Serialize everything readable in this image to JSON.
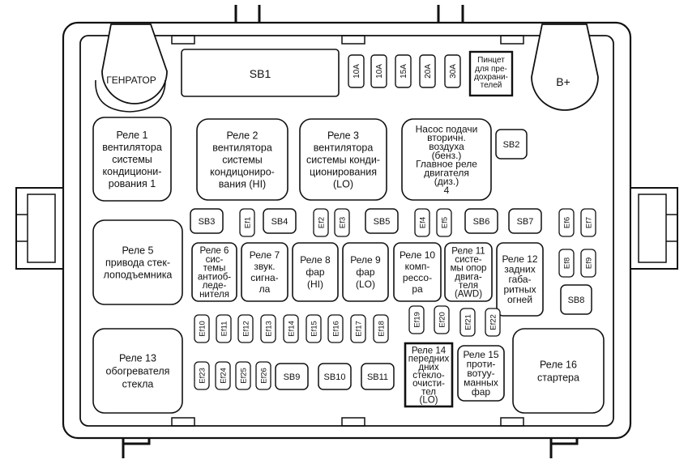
{
  "big_labels": {
    "generator": "ГЕНРАТОР",
    "battery": "B+",
    "sb1": "SB1",
    "tweezers": [
      "Пинцет",
      "для пре-",
      "дохрани-",
      "телей"
    ]
  },
  "fuse_ratings": [
    "10A",
    "10A",
    "15A",
    "20A",
    "30A"
  ],
  "relays": {
    "r1": [
      "Реле 1",
      "вентилятора",
      "системы",
      "кондициони-",
      "рования 1"
    ],
    "r2": [
      "Реле 2",
      "вентилятора",
      "системы",
      "кондицониро-",
      "вания (HI)"
    ],
    "r3": [
      "Реле 3",
      "вентилятора",
      "системы конди-",
      "ционирования",
      "(LO)"
    ],
    "r4": [
      "Насос подачи",
      "вторичн.",
      "воздуха",
      "(бенз.)",
      "Главное реле",
      "двигателя",
      "(диз.)",
      "4"
    ],
    "r5": [
      "Реле 5",
      "привода стек-",
      "лоподъемника"
    ],
    "r6": [
      "Реле 6",
      "сис-",
      "темы",
      "антиоб-",
      "леде-",
      "нителя"
    ],
    "r7": [
      "Реле 7",
      "звук.",
      "сигна-",
      "ла"
    ],
    "r8": [
      "Реле 8",
      "фар",
      "(HI)"
    ],
    "r9": [
      "Реле 9",
      "фар",
      "(LO)"
    ],
    "r10": [
      "Реле 10",
      "комп-",
      "рессо-",
      "ра"
    ],
    "r11": [
      "Реле 11",
      "систе-",
      "мы опор",
      "двига-",
      "теля",
      "(AWD)"
    ],
    "r12": [
      "Реле 12",
      "задних",
      "габа-",
      "ритных",
      "огней"
    ],
    "r13": [
      "Реле 13",
      "обогревателя",
      "стекла"
    ],
    "r14": [
      "Реле 14",
      "передних",
      "дних",
      "стекло-",
      "очисти-",
      "тел",
      "(LO)"
    ],
    "r15": [
      "Реле 15",
      "проти-",
      "вотуу-",
      "манных",
      "фар"
    ],
    "r16": [
      "Реле 16",
      "стартера"
    ]
  },
  "sb": {
    "sb2": "SB2",
    "sb3": "SB3",
    "sb4": "SB4",
    "sb5": "SB5",
    "sb6": "SB6",
    "sb7": "SB7",
    "sb8": "SB8",
    "sb9": "SB9",
    "sb10": "SB10",
    "sb11": "SB11"
  },
  "ef": {
    "ef1": "Ef1",
    "ef2": "Ef2",
    "ef3": "Ef3",
    "ef4": "Ef4",
    "ef5": "Ef5",
    "ef6": "Ef6",
    "ef7": "Ef7",
    "ef8": "Ef8",
    "ef9": "Ef9",
    "ef10": "Ef10",
    "ef11": "Ef11",
    "ef12": "Ef12",
    "ef13": "Ef13",
    "ef14": "Ef14",
    "ef15": "Ef15",
    "ef16": "Ef16",
    "ef17": "Ef17",
    "ef18": "Ef18",
    "ef19": "Ef19",
    "ef20": "Ef20",
    "ef21": "Ef21",
    "ef22": "Ef22",
    "ef23": "Ef23",
    "ef24": "Ef24",
    "ef25": "Ef25",
    "ef26": "Ef26"
  }
}
